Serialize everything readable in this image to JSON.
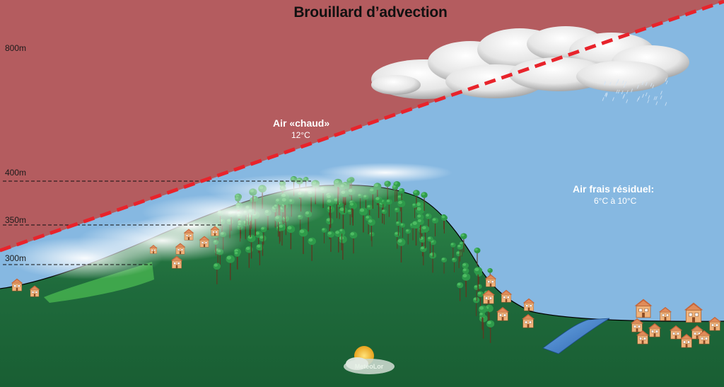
{
  "title": "Brouillard d’advection",
  "altitudes": {
    "a800": "800m",
    "a400": "400m",
    "a350": "350m",
    "a300": "300m"
  },
  "warm_air": {
    "label": "Air «chaud»",
    "temperature": "12°C",
    "color": "#b45c5f"
  },
  "cool_air": {
    "label": "Air frais résiduel:",
    "temperature": "6°C à 10°C",
    "color": "#86b8e1"
  },
  "logo": {
    "name": "MeteoLor"
  },
  "colors": {
    "inversion_line": "#e8232b",
    "ground": "#1f6b3c",
    "river": "#3d7fc7"
  },
  "icons": [
    "cloud-icon",
    "house-icon",
    "tree-icon",
    "sun-icon",
    "river-icon"
  ]
}
